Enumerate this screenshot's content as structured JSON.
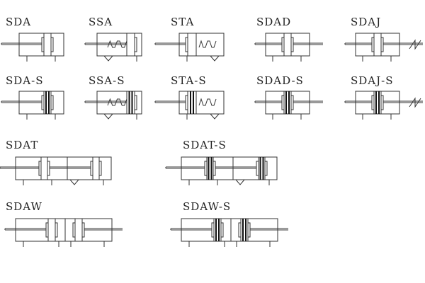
{
  "title_labels": {
    "sda": "SDA",
    "ssa": "SSA",
    "sta": "STA",
    "sdad": "SDAD",
    "sdaj": "SDAJ",
    "sda_s": "SDA-S",
    "ssa_s": "SSA-S",
    "sta_s": "STA-S",
    "sdad_s": "SDAD-S",
    "sdaj_s": "SDAJ-S",
    "sdat": "SDAT",
    "sdat_s": "SDAT-S",
    "sdaw": "SDAW",
    "sdaw_s": "SDAW-S"
  }
}
